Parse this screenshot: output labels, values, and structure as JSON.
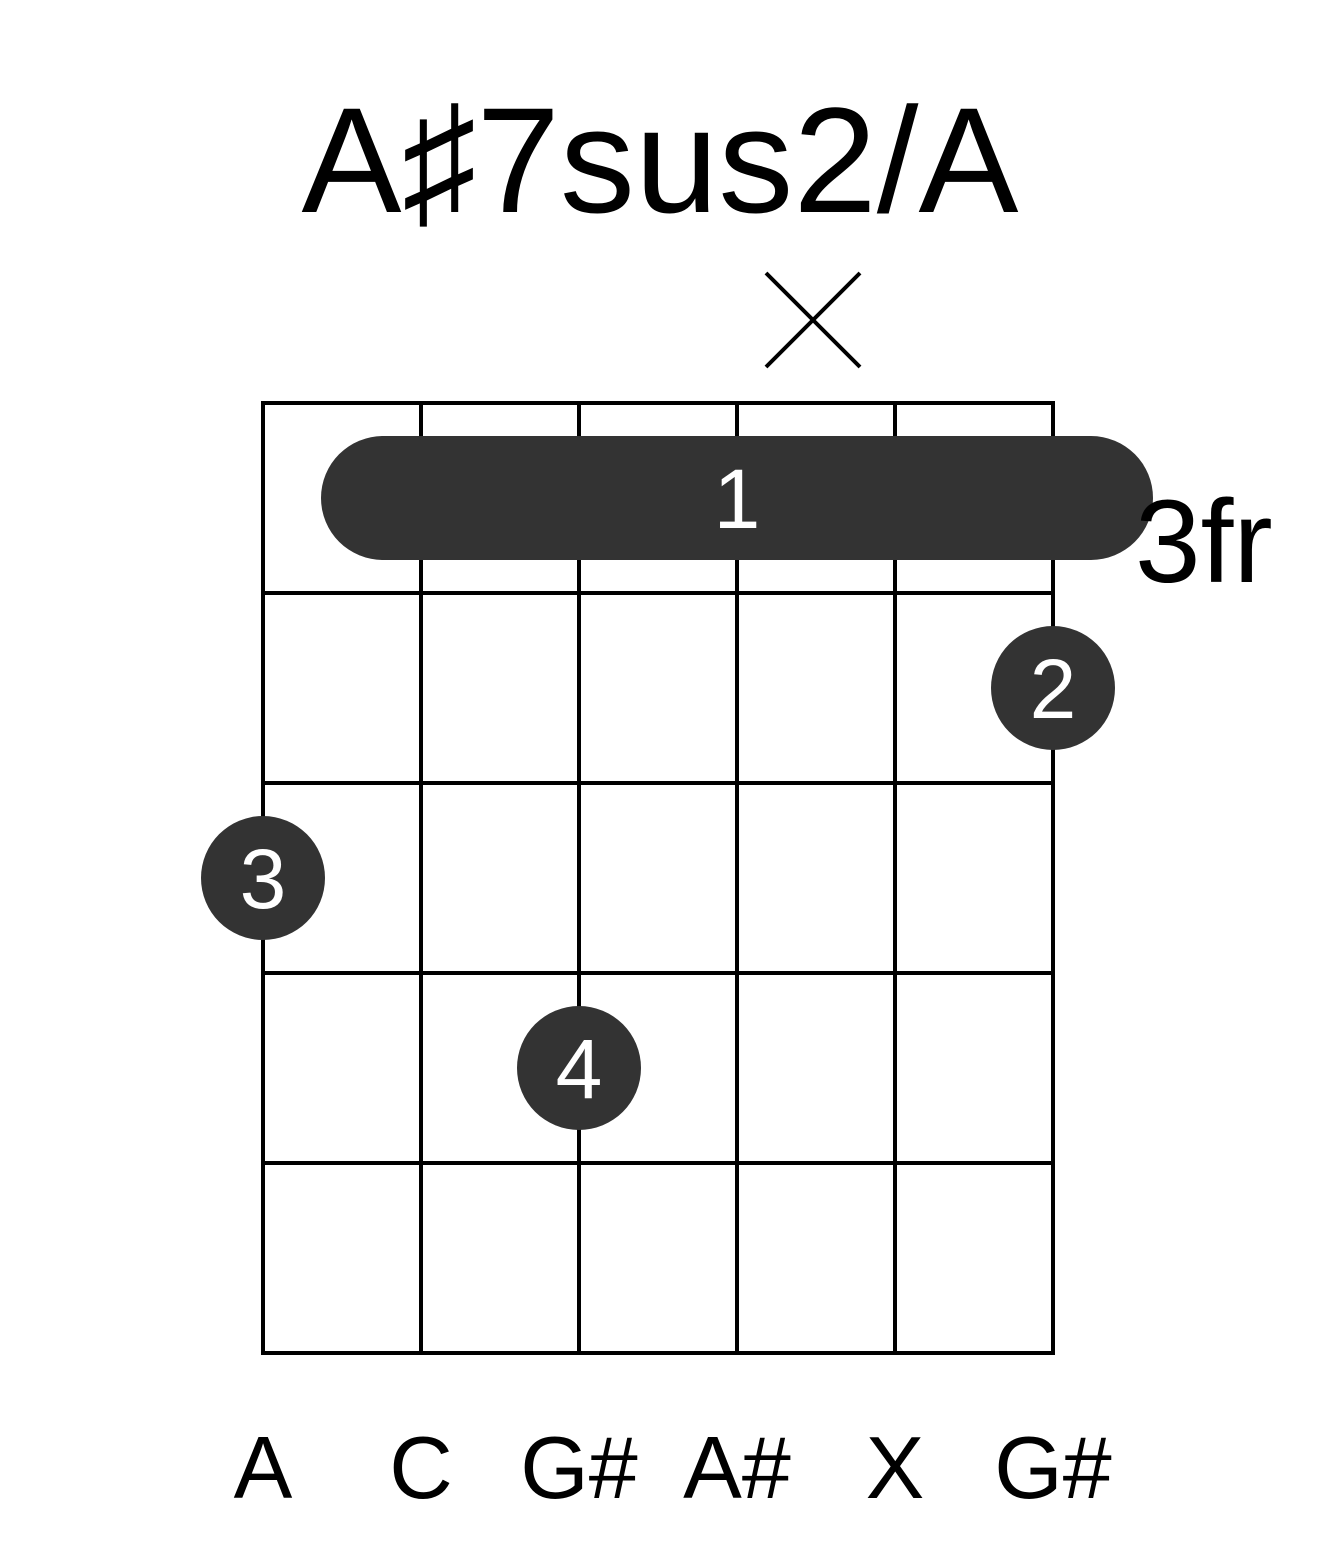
{
  "title": "A♯7sus2/A",
  "start_fret_label": "3fr",
  "strings": 6,
  "frets": 5,
  "muted_strings": [
    5
  ],
  "string_notes": [
    "A",
    "C",
    "G#",
    "A#",
    "X",
    "G#"
  ],
  "barre": {
    "fret": 1,
    "from_string": 2,
    "to_string": 6,
    "finger": "1"
  },
  "fingers": [
    {
      "string": 6,
      "fret": 2,
      "finger": "2"
    },
    {
      "string": 1,
      "fret": 3,
      "finger": "3"
    },
    {
      "string": 3,
      "fret": 4,
      "finger": "4"
    }
  ],
  "colors": {
    "dot": "#333333",
    "line": "#000000",
    "finger_text": "#ffffff"
  }
}
